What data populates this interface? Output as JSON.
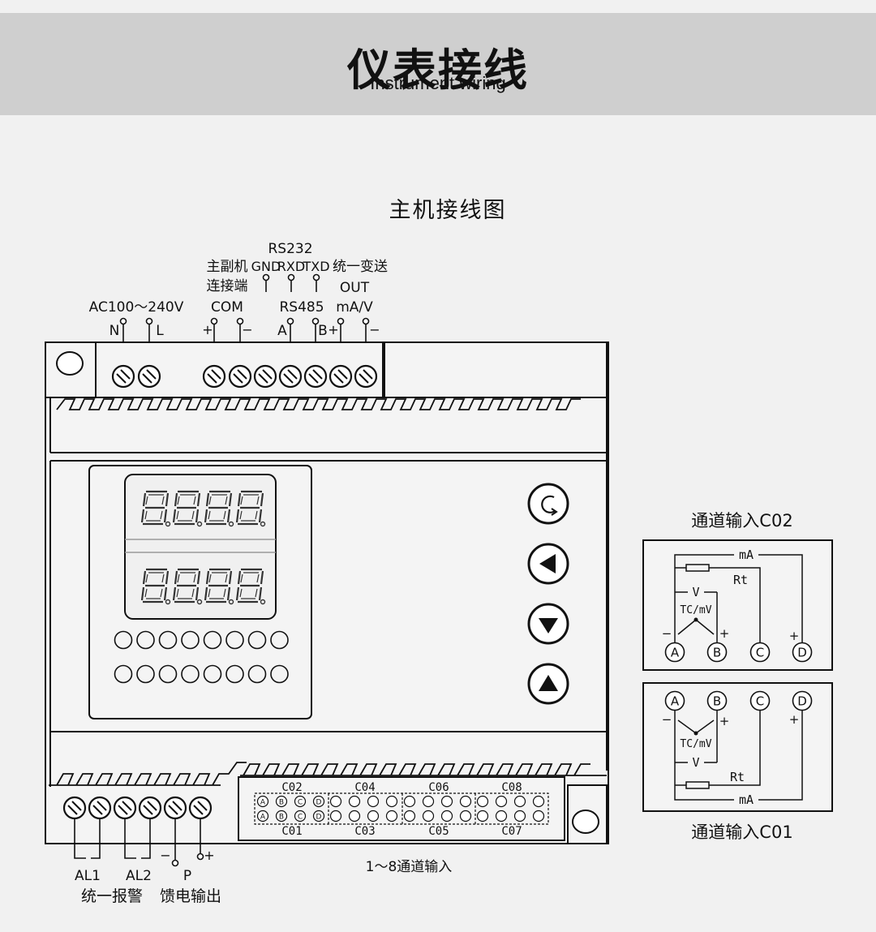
{
  "header": {
    "title": "仪表接线",
    "subtitle": "Instrument wiring"
  },
  "diagram": {
    "title": "主机接线图",
    "top_labels": {
      "power": "AC100～240V",
      "n": "N",
      "l": "L",
      "master_slave_1": "主副机",
      "master_slave_2": "连接端",
      "com": "COM",
      "plus": "+",
      "minus": "−",
      "rs232": "RS232",
      "gnd": "GND",
      "rxd": "RXD",
      "txd": "TXD",
      "rs485": "RS485",
      "a": "A",
      "b": "B",
      "unified_transmit": "统一变送",
      "out": "OUT",
      "ma_v": "mA/V"
    },
    "bottom_labels": {
      "al1": "AL1",
      "al2": "AL2",
      "p": "P",
      "alarm": "统一报警",
      "feed": "馈电输出",
      "channels_input": "1～8通道输入",
      "channels_top": [
        "C02",
        "C04",
        "C06",
        "C08"
      ],
      "channels_bottom": [
        "C01",
        "C03",
        "C05",
        "C07"
      ],
      "terminal_letters": [
        "A",
        "B",
        "C",
        "D"
      ]
    },
    "buttons": [
      "cycle",
      "left",
      "down",
      "up"
    ],
    "leds_per_row": 8
  },
  "insets": {
    "c02": {
      "title": "通道输入C02",
      "ma": "mA",
      "rt": "Rt",
      "v": "V",
      "tc": "TC/mV",
      "minus": "−",
      "plus": "+",
      "plus2": "+",
      "terms": [
        "A",
        "B",
        "C",
        "D"
      ]
    },
    "c01": {
      "title": "通道输入C01",
      "ma": "mA",
      "rt": "Rt",
      "v": "V",
      "tc": "TC/mV",
      "minus": "−",
      "plus": "+",
      "plus2": "+",
      "terms": [
        "A",
        "B",
        "C",
        "D"
      ]
    }
  }
}
